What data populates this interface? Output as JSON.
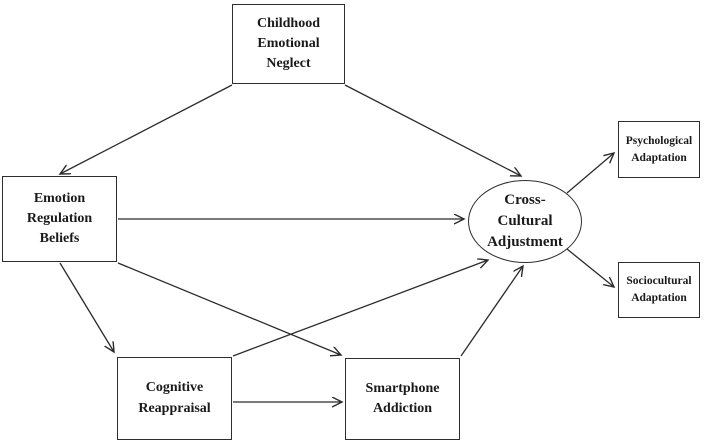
{
  "diagram": {
    "type": "path-model",
    "background": "#ffffff",
    "colors": {
      "line": "#2b2b2b",
      "box_border": "#2e2e2e",
      "box_fill": "#ffffff",
      "text": "#1a1a1a"
    },
    "nodes": {
      "childhood_emotional_neglect": {
        "label": "Childhood Emotional Neglect",
        "shape": "rect"
      },
      "emotion_regulation_beliefs": {
        "label": "Emotion Regulation Beliefs",
        "shape": "rect"
      },
      "cognitive_reappraisal": {
        "label": "Cognitive Reappraisal",
        "shape": "rect"
      },
      "smartphone_addiction": {
        "label": "Smartphone Addiction",
        "shape": "rect"
      },
      "cross_cultural_adjustment": {
        "label": "Cross-Cultural Adjustment",
        "shape": "ellipse"
      },
      "psychological_adaptation": {
        "label": "Psychological Adaptation",
        "shape": "rect"
      },
      "sociocultural_adaptation": {
        "label": "Sociocultural Adaptation",
        "shape": "rect"
      }
    },
    "edges": [
      {
        "from": "Childhood Emotional Neglect",
        "to": "Emotion Regulation Beliefs"
      },
      {
        "from": "Childhood Emotional Neglect",
        "to": "Cross-Cultural Adjustment"
      },
      {
        "from": "Emotion Regulation Beliefs",
        "to": "Cross-Cultural Adjustment"
      },
      {
        "from": "Emotion Regulation Beliefs",
        "to": "Cognitive Reappraisal"
      },
      {
        "from": "Emotion Regulation Beliefs",
        "to": "Smartphone Addiction"
      },
      {
        "from": "Cognitive Reappraisal",
        "to": "Smartphone Addiction"
      },
      {
        "from": "Cognitive Reappraisal",
        "to": "Cross-Cultural Adjustment"
      },
      {
        "from": "Smartphone Addiction",
        "to": "Cross-Cultural Adjustment"
      },
      {
        "from": "Cross-Cultural Adjustment",
        "to": "Psychological Adaptation"
      },
      {
        "from": "Cross-Cultural Adjustment",
        "to": "Sociocultural Adaptation"
      }
    ]
  }
}
